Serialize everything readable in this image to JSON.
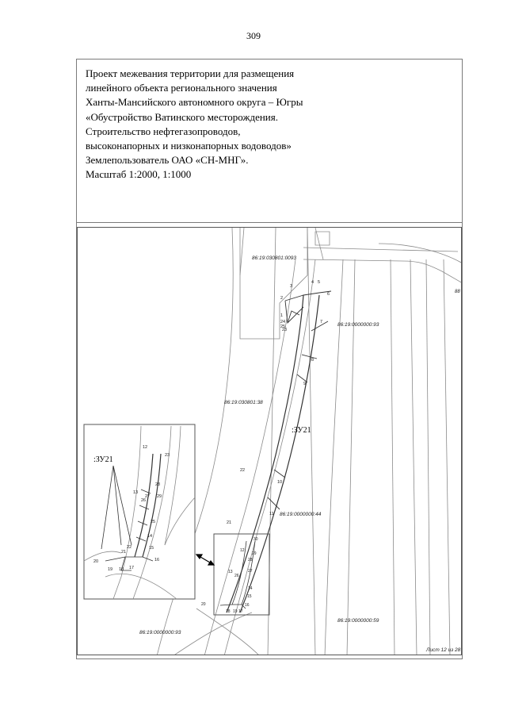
{
  "page_number": "309",
  "title_lines": [
    "Проект межевания территории для размещения",
    "линейного объекта регионального значения",
    "Ханты-Мансийского автономного округа – Югры",
    "«Обустройство Ватинского месторождения.",
    "Строительство нефтегазопроводов,",
    "высоконапорных и низконапорных водоводов»",
    "Землепользователь ОАО «СН-МНГ».",
    "Масштаб 1:2000, 1:1000"
  ],
  "map": {
    "parcel_labels": [
      "86:19:030801:0093",
      "86:19:0000000:93",
      "86:19:030801:38",
      "86:19:0000000:44",
      "86:19:0000000:59",
      "86:19:0000000:93"
    ],
    "zone_label": ":ЗУ21",
    "inset_zone_label": ":ЗУ21",
    "edge_label": "88",
    "sheet_label": "Лист 12 из 28",
    "points_main": [
      "1",
      "2",
      "3",
      "4",
      "5",
      "6",
      "7",
      "8",
      "9",
      "10",
      "11",
      "21",
      "22",
      "23",
      "24",
      "25"
    ],
    "points_zoom": [
      "30",
      "12",
      "13",
      "26",
      "27",
      "28",
      "29",
      "14",
      "15",
      "16",
      "17",
      "18",
      "19",
      "20"
    ],
    "points_inset": [
      "12",
      "23",
      "13",
      "26",
      "27",
      "28",
      "29",
      "25",
      "14",
      "15",
      "16",
      "17",
      "18",
      "19",
      "20",
      "21",
      "22"
    ]
  }
}
